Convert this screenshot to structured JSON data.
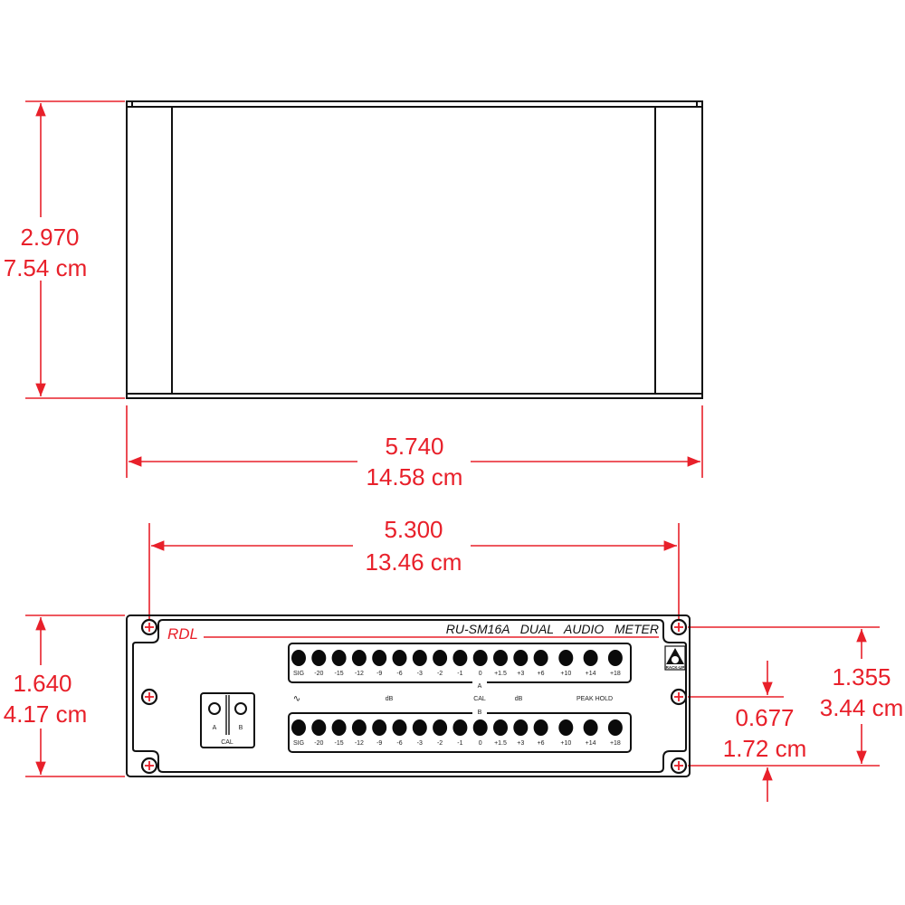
{
  "colors": {
    "dimension": "#e8202a",
    "outline": "#111111"
  },
  "top_view": {
    "height_in": "2.970",
    "height_cm": "7.54 cm",
    "width_in": "5.740",
    "width_cm": "14.58 cm"
  },
  "front_view": {
    "mount_width_in": "5.300",
    "mount_width_cm": "13.46 cm",
    "height_in": "1.640",
    "height_cm": "4.17 cm",
    "mount_height_in": "1.355",
    "mount_height_cm": "3.44 cm",
    "half_height_in": "0.677",
    "half_height_cm": "1.72 cm",
    "brand": "RDL",
    "model_title": "RU-SM16A   DUAL   AUDIO   METER",
    "logo_text": "RACK-UP",
    "meter_labels": [
      "SIG",
      "-20",
      "-15",
      "-12",
      "-9",
      "-6",
      "-3",
      "-2",
      "-1",
      "0",
      "+1.5",
      "+3",
      "+6",
      "+10",
      "+14",
      "+18"
    ],
    "channel_a": "A",
    "channel_b": "B",
    "middle_labels": {
      "signal_icon": "∿",
      "db_left": "dB",
      "cal": "CAL",
      "db_right": "dB",
      "peak_hold": "PEAK HOLD"
    },
    "cal_box": {
      "a": "A",
      "b": "B",
      "label": "CAL"
    }
  }
}
